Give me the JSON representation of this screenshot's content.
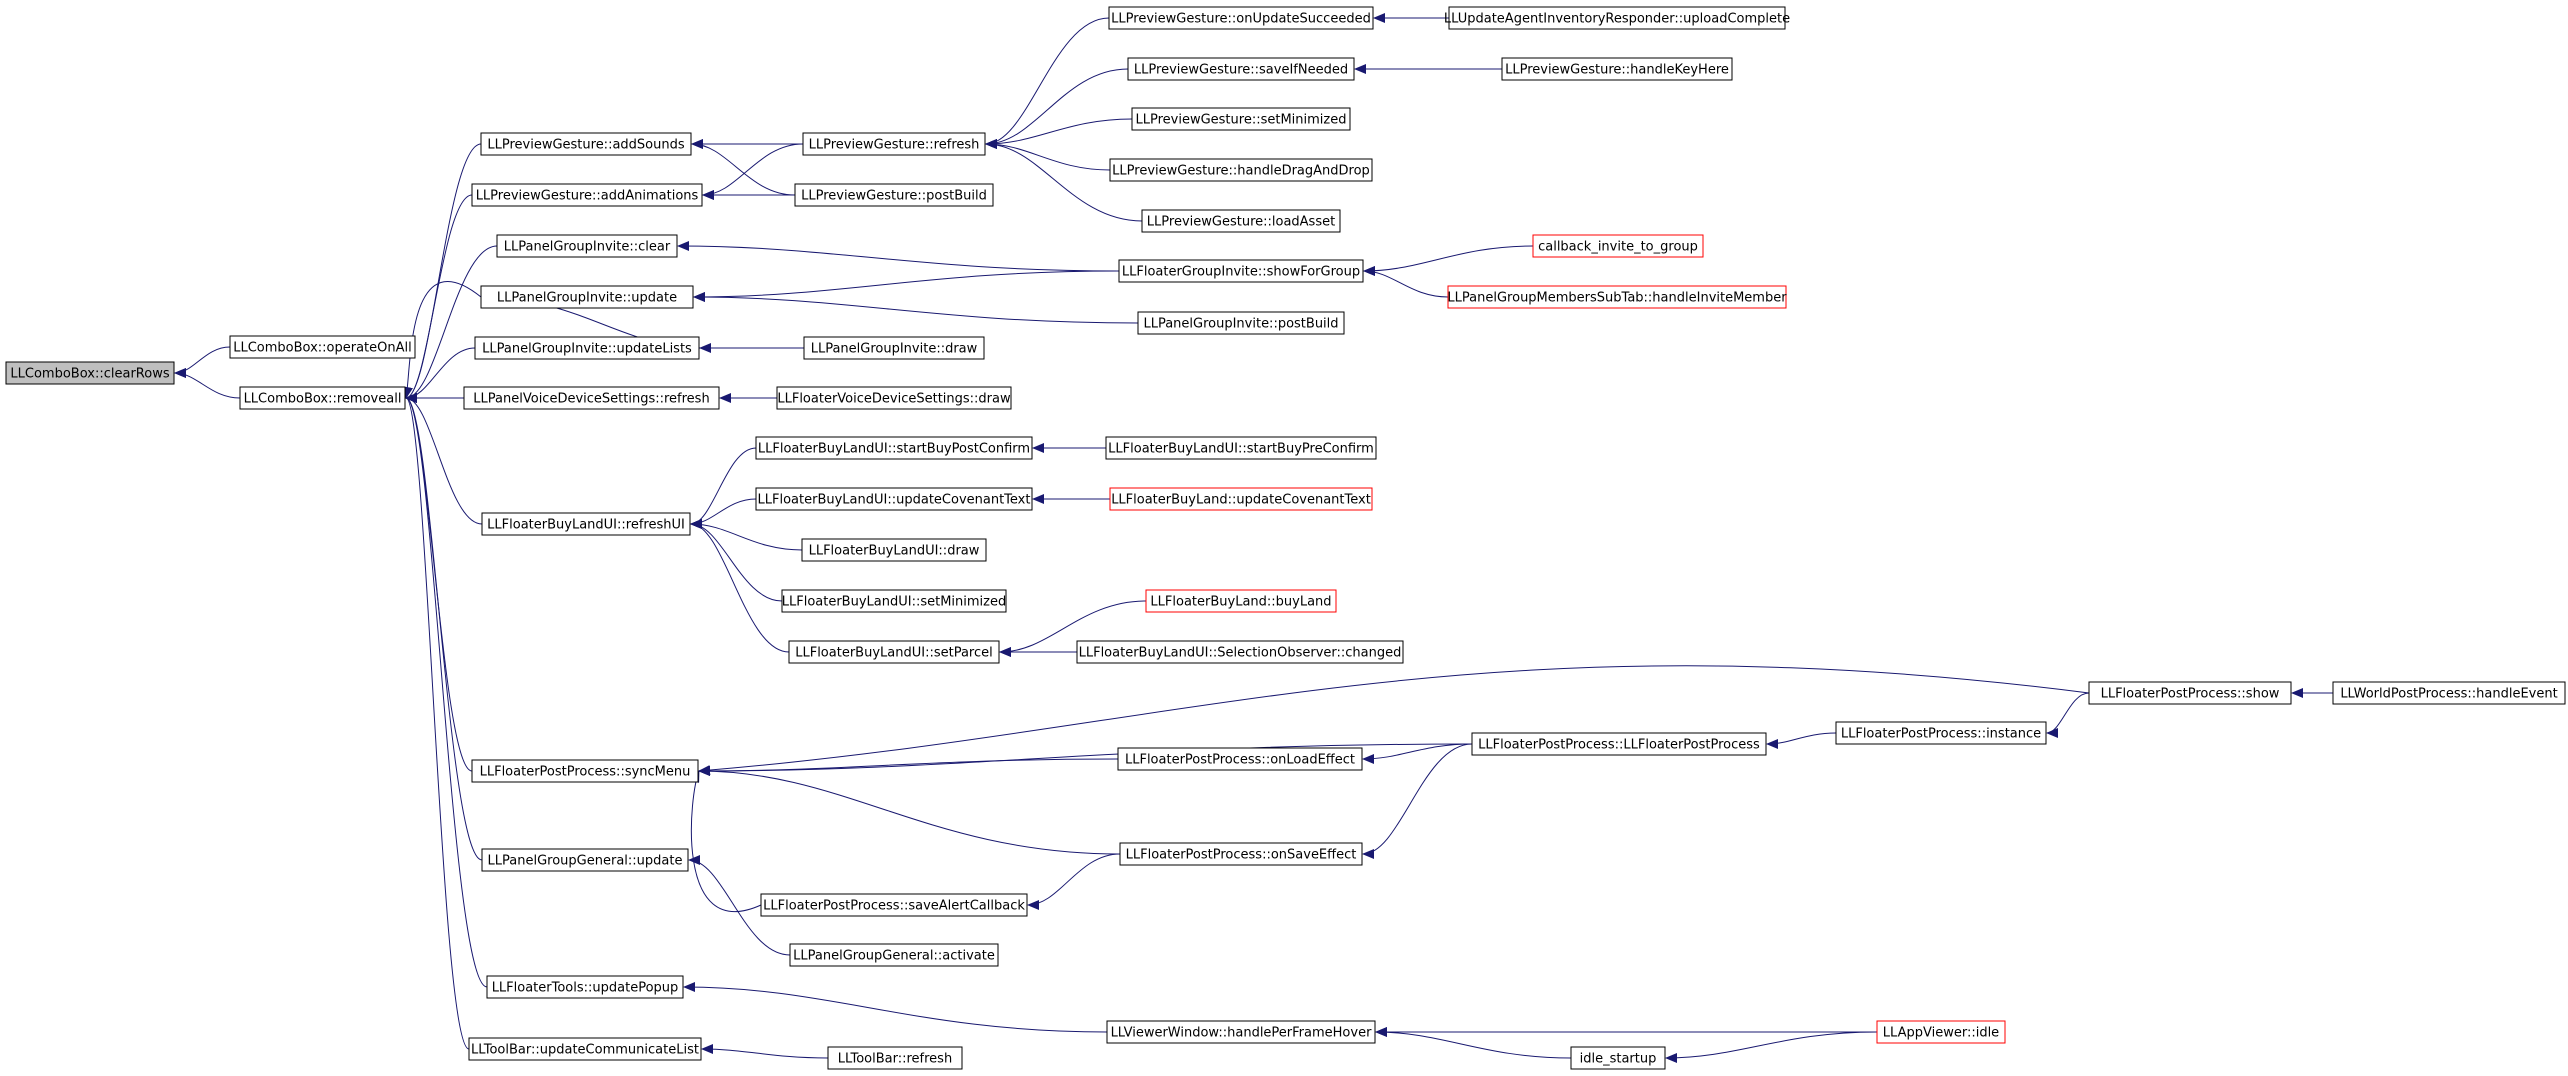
{
  "colors": {
    "edge": "#191970",
    "node_border": "#000000",
    "node_border_truncated": "#ff0000",
    "node_fill": "#ffffff",
    "root_fill": "#bfbfbf",
    "text": "#000000"
  },
  "nodes": [
    {
      "id": "n_clearRows",
      "label": "LLComboBox::clearRows",
      "root": true
    },
    {
      "id": "n_operateOnAll",
      "label": "LLComboBox::operateOnAll"
    },
    {
      "id": "n_removeall",
      "label": "LLComboBox::removeall"
    },
    {
      "id": "n_addSounds",
      "label": "LLPreviewGesture::addSounds"
    },
    {
      "id": "n_addAnimations",
      "label": "LLPreviewGesture::addAnimations"
    },
    {
      "id": "n_pgiClear",
      "label": "LLPanelGroupInvite::clear"
    },
    {
      "id": "n_pgiUpdate",
      "label": "LLPanelGroupInvite::update"
    },
    {
      "id": "n_pgiUpdateLists",
      "label": "LLPanelGroupInvite::updateLists"
    },
    {
      "id": "n_pvdsRefresh",
      "label": "LLPanelVoiceDeviceSettings::refresh"
    },
    {
      "id": "n_fbluRefreshUI",
      "label": "LLFloaterBuyLandUI::refreshUI"
    },
    {
      "id": "n_fppSyncMenu",
      "label": "LLFloaterPostProcess::syncMenu"
    },
    {
      "id": "n_pggUpdate",
      "label": "LLPanelGroupGeneral::update"
    },
    {
      "id": "n_ftUpdatePopup",
      "label": "LLFloaterTools::updatePopup"
    },
    {
      "id": "n_tbUpdateComm",
      "label": "LLToolBar::updateCommunicateList"
    },
    {
      "id": "n_pgRefresh",
      "label": "LLPreviewGesture::refresh"
    },
    {
      "id": "n_pgPostBuild",
      "label": "LLPreviewGesture::postBuild"
    },
    {
      "id": "n_pgiDraw",
      "label": "LLPanelGroupInvite::draw"
    },
    {
      "id": "n_fvdsDraw",
      "label": "LLFloaterVoiceDeviceSettings::draw"
    },
    {
      "id": "n_fbluStartBuyPostConfirm",
      "label": "LLFloaterBuyLandUI::startBuyPostConfirm"
    },
    {
      "id": "n_fbluUpdateCovenantText",
      "label": "LLFloaterBuyLandUI::updateCovenantText"
    },
    {
      "id": "n_fbluDraw",
      "label": "LLFloaterBuyLandUI::draw"
    },
    {
      "id": "n_fbluSetMinimized",
      "label": "LLFloaterBuyLandUI::setMinimized"
    },
    {
      "id": "n_fbluSetParcel",
      "label": "LLFloaterBuyLandUI::setParcel"
    },
    {
      "id": "n_fppSaveAlertCallback",
      "label": "LLFloaterPostProcess::saveAlertCallback"
    },
    {
      "id": "n_pggActivate",
      "label": "LLPanelGroupGeneral::activate"
    },
    {
      "id": "n_tbRefresh",
      "label": "LLToolBar::refresh"
    },
    {
      "id": "n_pgOnUpdateSucceeded",
      "label": "LLPreviewGesture::onUpdateSucceeded"
    },
    {
      "id": "n_pgSaveIfNeeded",
      "label": "LLPreviewGesture::saveIfNeeded"
    },
    {
      "id": "n_pgSetMinimized",
      "label": "LLPreviewGesture::setMinimized"
    },
    {
      "id": "n_pgHandleDragAndDrop",
      "label": "LLPreviewGesture::handleDragAndDrop"
    },
    {
      "id": "n_pgLoadAsset",
      "label": "LLPreviewGesture::loadAsset"
    },
    {
      "id": "n_fgiShowForGroup",
      "label": "LLFloaterGroupInvite::showForGroup"
    },
    {
      "id": "n_pgiPostBuild",
      "label": "LLPanelGroupInvite::postBuild"
    },
    {
      "id": "n_fbluStartBuyPreConfirm",
      "label": "LLFloaterBuyLandUI::startBuyPreConfirm"
    },
    {
      "id": "n_fblUpdateCovenantText",
      "label": "LLFloaterBuyLand::updateCovenantText",
      "truncated": true
    },
    {
      "id": "n_fblBuyLand",
      "label": "LLFloaterBuyLand::buyLand",
      "truncated": true
    },
    {
      "id": "n_fbluSelObsChanged",
      "label": "LLFloaterBuyLandUI::SelectionObserver::changed"
    },
    {
      "id": "n_fppOnLoadEffect",
      "label": "LLFloaterPostProcess::onLoadEffect"
    },
    {
      "id": "n_fppOnSaveEffect",
      "label": "LLFloaterPostProcess::onSaveEffect"
    },
    {
      "id": "n_vwHandlePerFrameHover",
      "label": "LLViewerWindow::handlePerFrameHover"
    },
    {
      "id": "n_uairUploadComplete",
      "label": "LLUpdateAgentInventoryResponder::uploadComplete"
    },
    {
      "id": "n_pgHandleKeyHere",
      "label": "LLPreviewGesture::handleKeyHere"
    },
    {
      "id": "n_cbInviteToGroup",
      "label": "callback_invite_to_group",
      "truncated": true
    },
    {
      "id": "n_pgmstHandleInviteMember",
      "label": "LLPanelGroupMembersSubTab::handleInviteMember",
      "truncated": true
    },
    {
      "id": "n_fppCtor",
      "label": "LLFloaterPostProcess::LLFloaterPostProcess"
    },
    {
      "id": "n_idleStartup",
      "label": "idle_startup"
    },
    {
      "id": "n_fppInstance",
      "label": "LLFloaterPostProcess::instance"
    },
    {
      "id": "n_appViewerIdle",
      "label": "LLAppViewer::idle",
      "truncated": true
    },
    {
      "id": "n_fppShow",
      "label": "LLFloaterPostProcess::show"
    },
    {
      "id": "n_wppHandleEvent",
      "label": "LLWorldPostProcess::handleEvent"
    }
  ],
  "edges": [
    [
      "n_operateOnAll",
      "n_clearRows"
    ],
    [
      "n_removeall",
      "n_clearRows"
    ],
    [
      "n_addSounds",
      "n_removeall"
    ],
    [
      "n_addAnimations",
      "n_removeall"
    ],
    [
      "n_pgiClear",
      "n_removeall"
    ],
    [
      "n_pgiUpdate",
      "n_removeall"
    ],
    [
      "n_pgiUpdateLists",
      "n_removeall"
    ],
    [
      "n_pvdsRefresh",
      "n_removeall"
    ],
    [
      "n_fbluRefreshUI",
      "n_removeall"
    ],
    [
      "n_fppSyncMenu",
      "n_removeall"
    ],
    [
      "n_pggUpdate",
      "n_removeall"
    ],
    [
      "n_ftUpdatePopup",
      "n_removeall"
    ],
    [
      "n_tbUpdateComm",
      "n_removeall"
    ],
    [
      "n_pgRefresh",
      "n_addSounds"
    ],
    [
      "n_pgPostBuild",
      "n_addSounds"
    ],
    [
      "n_pgRefresh",
      "n_addAnimations"
    ],
    [
      "n_pgPostBuild",
      "n_addAnimations"
    ],
    [
      "n_fgiShowForGroup",
      "n_pgiClear"
    ],
    [
      "n_fgiShowForGroup",
      "n_pgiUpdate"
    ],
    [
      "n_pgiPostBuild",
      "n_pgiUpdate"
    ],
    [
      "n_pgiUpdate",
      "n_pgiUpdateLists"
    ],
    [
      "n_pgiDraw",
      "n_pgiUpdateLists"
    ],
    [
      "n_fvdsDraw",
      "n_pvdsRefresh"
    ],
    [
      "n_fbluStartBuyPostConfirm",
      "n_fbluRefreshUI"
    ],
    [
      "n_fbluUpdateCovenantText",
      "n_fbluRefreshUI"
    ],
    [
      "n_fbluDraw",
      "n_fbluRefreshUI"
    ],
    [
      "n_fbluSetMinimized",
      "n_fbluRefreshUI"
    ],
    [
      "n_fbluSetParcel",
      "n_fbluRefreshUI"
    ],
    [
      "n_fppShow",
      "n_fppSyncMenu"
    ],
    [
      "n_fppCtor",
      "n_fppSyncMenu"
    ],
    [
      "n_fppOnLoadEffect",
      "n_fppSyncMenu"
    ],
    [
      "n_fppOnSaveEffect",
      "n_fppSyncMenu"
    ],
    [
      "n_fppSaveAlertCallback",
      "n_fppSyncMenu"
    ],
    [
      "n_pggActivate",
      "n_pggUpdate"
    ],
    [
      "n_vwHandlePerFrameHover",
      "n_ftUpdatePopup"
    ],
    [
      "n_tbRefresh",
      "n_tbUpdateComm"
    ],
    [
      "n_pgOnUpdateSucceeded",
      "n_pgRefresh"
    ],
    [
      "n_pgSaveIfNeeded",
      "n_pgRefresh"
    ],
    [
      "n_pgSetMinimized",
      "n_pgRefresh"
    ],
    [
      "n_pgHandleDragAndDrop",
      "n_pgRefresh"
    ],
    [
      "n_pgLoadAsset",
      "n_pgRefresh"
    ],
    [
      "n_uairUploadComplete",
      "n_pgOnUpdateSucceeded"
    ],
    [
      "n_pgHandleKeyHere",
      "n_pgSaveIfNeeded"
    ],
    [
      "n_cbInviteToGroup",
      "n_fgiShowForGroup"
    ],
    [
      "n_pgmstHandleInviteMember",
      "n_fgiShowForGroup"
    ],
    [
      "n_fbluStartBuyPreConfirm",
      "n_fbluStartBuyPostConfirm"
    ],
    [
      "n_fblUpdateCovenantText",
      "n_fbluUpdateCovenantText"
    ],
    [
      "n_fblBuyLand",
      "n_fbluSetParcel"
    ],
    [
      "n_fbluSelObsChanged",
      "n_fbluSetParcel"
    ],
    [
      "n_fppCtor",
      "n_fppOnLoadEffect"
    ],
    [
      "n_fppCtor",
      "n_fppOnSaveEffect"
    ],
    [
      "n_fppOnSaveEffect",
      "n_fppSaveAlertCallback"
    ],
    [
      "n_fppInstance",
      "n_fppCtor"
    ],
    [
      "n_fppShow",
      "n_fppInstance"
    ],
    [
      "n_wppHandleEvent",
      "n_fppShow"
    ],
    [
      "n_appViewerIdle",
      "n_vwHandlePerFrameHover"
    ],
    [
      "n_idleStartup",
      "n_vwHandlePerFrameHover"
    ],
    [
      "n_appViewerIdle",
      "n_idleStartup"
    ]
  ]
}
